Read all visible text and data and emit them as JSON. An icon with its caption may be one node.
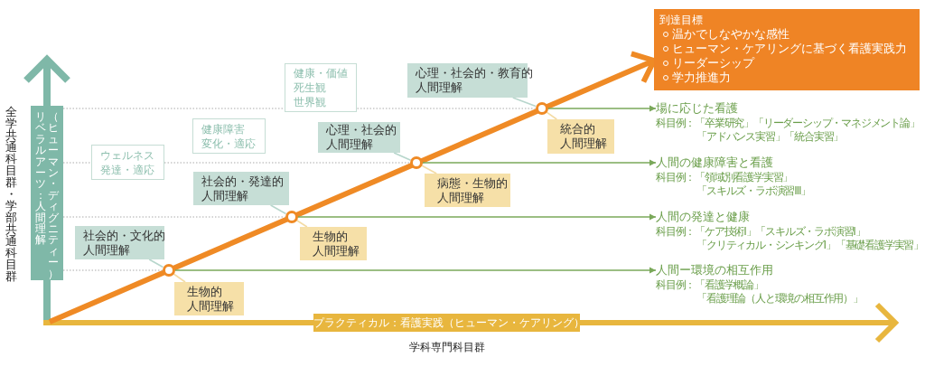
{
  "diagram": {
    "nodes": [
      {
        "text": [
          "到達目標",
          "温かでしなやかな感性",
          "ヒューマン・ケアリングに基づく看護実践力",
          "リーダーシップ",
          "学力推進力"
        ]
      },
      {
        "text": [
          "リベラルアーツ：人間理解",
          "（ヒューマン・ディグニティー）"
        ]
      },
      {
        "text": [
          "健康・価値",
          "死生観",
          "世界観"
        ]
      },
      {
        "text": [
          "健康障害",
          "変化・適応"
        ]
      },
      {
        "text": [
          "ウェルネス",
          "発達・適応"
        ]
      },
      {
        "text": [
          "心理・社会的・教育的",
          "人間理解"
        ]
      },
      {
        "text": [
          "心理・社会的",
          "人間理解"
        ]
      },
      {
        "text": [
          "社会的・発達的",
          "人間理解"
        ]
      },
      {
        "text": [
          "社会的・文化的",
          "人間理解"
        ]
      },
      {
        "text": [
          "統合的",
          "人間理解"
        ]
      },
      {
        "text": [
          "病態・生物的",
          "人間理解"
        ]
      },
      {
        "text": [
          "生物的",
          "人間理解"
        ]
      },
      {
        "text": [
          "生物的",
          "人間理解"
        ]
      },
      {
        "text": [],
        "shape": "circle"
      },
      {
        "text": [],
        "shape": "circle"
      },
      {
        "text": [],
        "shape": "circle"
      },
      {
        "text": [],
        "shape": "circle"
      },
      {
        "text": [
          "場に応じた看護",
          "科目例：",
          "「卒業研究」「リーダーシップ・マネジメント論」",
          "「アドバンス実習」「統合実習」"
        ]
      },
      {
        "text": [
          "人間の健康障害と看護",
          "科目例：",
          "「領域別看護学実習」",
          "「スキルズ・ラボ演習Ⅲ」"
        ]
      },
      {
        "text": [
          "人間の発達と健康",
          "科目例：",
          "「ケア技術Ⅰ」「スキルズ・ラボ演習Ⅰ」",
          "「クリティカル・シンキングⅠ」「基礎看護学実習」"
        ]
      },
      {
        "text": [
          "人間ー環境の相互作用",
          "科目例：",
          "「看護学概論」",
          "「看護理論（人と環境の相互作用）」"
        ]
      },
      {
        "text": [
          "プラクティカル：看護実践（ヒューマン・ケアリング）"
        ]
      }
    ],
    "edges": [
      {
        "from": null,
        "to": 0,
        "arrow": "to",
        "style": "thick",
        "color": "#ef8a25"
      },
      {
        "from": 13,
        "to": 17,
        "arrow": "to",
        "color": "#7aa85a"
      },
      {
        "from": 14,
        "to": 18,
        "arrow": "to",
        "color": "#7aa85a"
      },
      {
        "from": 15,
        "to": 19,
        "arrow": "to",
        "color": "#7aa85a"
      },
      {
        "from": 16,
        "to": 20,
        "arrow": "to",
        "color": "#7aa85a"
      },
      {
        "from": 5,
        "to": 13,
        "arrow": "none",
        "color": "#b7d6cc"
      },
      {
        "from": 6,
        "to": 14,
        "arrow": "none",
        "color": "#b7d6cc"
      },
      {
        "from": 7,
        "to": 15,
        "arrow": "none",
        "color": "#b7d6cc"
      },
      {
        "from": 8,
        "to": 16,
        "arrow": "none",
        "color": "#b7d6cc"
      },
      {
        "from": 1,
        "to": 13,
        "arrow": "none",
        "style": "dashed",
        "color": "#aaaaaa"
      },
      {
        "from": 1,
        "to": 14,
        "arrow": "none",
        "style": "dashed",
        "color": "#aaaaaa"
      },
      {
        "from": 1,
        "to": 15,
        "arrow": "none",
        "style": "dashed",
        "color": "#aaaaaa"
      },
      {
        "from": 1,
        "to": 16,
        "arrow": "none",
        "style": "dashed",
        "color": "#aaaaaa"
      },
      {
        "from": 13,
        "to": 9,
        "arrow": "none",
        "color": "#f3dba4"
      },
      {
        "from": 14,
        "to": 10,
        "arrow": "none",
        "color": "#f3dba4"
      },
      {
        "from": 15,
        "to": 11,
        "arrow": "none",
        "color": "#f3dba4"
      },
      {
        "from": 16,
        "to": 12,
        "arrow": "none",
        "color": "#f3dba4"
      }
    ],
    "labels": [
      "全学共通科目群・学部共通科目群",
      "学科専門科目群"
    ]
  }
}
